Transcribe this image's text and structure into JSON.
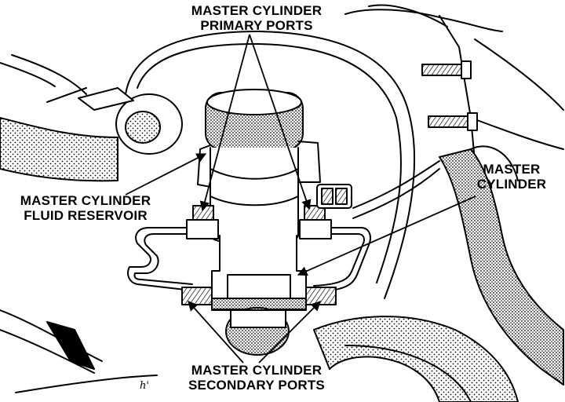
{
  "labels": {
    "primary_ports": [
      "MASTER CYLINDER",
      "PRIMARY PORTS"
    ],
    "fluid_reservoir": [
      "MASTER CYLINDER",
      "FLUID RESERVOIR"
    ],
    "master_cylinder": [
      "MASTER",
      "CYLINDER"
    ],
    "secondary_ports": [
      "MASTER CYLINDER",
      "SECONDARY PORTS"
    ]
  },
  "figure_mark": "h'"
}
